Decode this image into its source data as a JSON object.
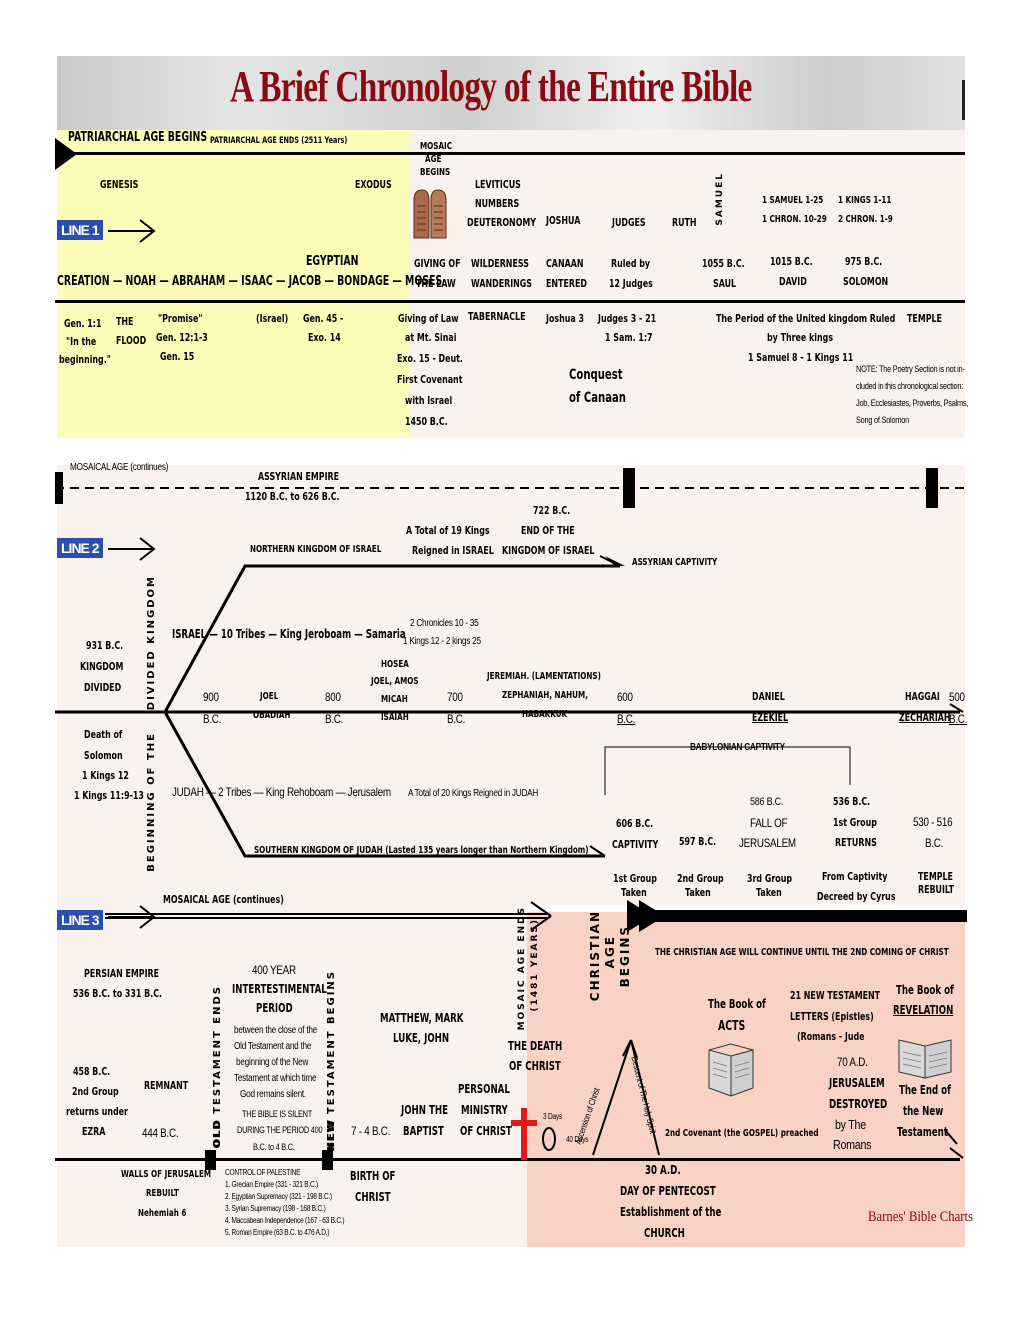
{
  "title": "A Brief Chronology of the Entire Bible",
  "colors": {
    "title": "#8b0a12",
    "line_badge": "#2a4fb0",
    "patriarchal_bg": "#fdfcb8",
    "christian_bg": "#f9d2c6",
    "mosaic_bg": "#faf2ee",
    "cross": "#e01a1a"
  },
  "line1": {
    "badge": "LINE 1",
    "patriarchal_begins": "PATRIARCHAL AGE BEGINS",
    "patriarchal_ends": "PATRIARCHAL AGE ENDS (2511 Years)",
    "mosaic_age_begins": [
      "MOSAIC",
      "AGE",
      "BEGINS"
    ],
    "books": {
      "genesis": "GENESIS",
      "exodus": "EXODUS",
      "leviticus": "LEVITICUS",
      "numbers": "NUMBERS",
      "deuteronomy": "DEUTERONOMY",
      "joshua": "JOSHUA",
      "judges": "JUDGES",
      "ruth": "RUTH",
      "samuel": "SAMUEL",
      "samuel_1": "1 SAMUEL 1-25",
      "chron_1": "1 CHRON. 10-29",
      "kings_1": "1 KINGS 1-11",
      "chron_2": "2 CHRON. 1-9"
    },
    "egyptian": "EGYPTIAN",
    "sequence": "CREATION — NOAH — ABRAHAM — ISAAC — JACOB — BONDAGE — MOSES",
    "giving_of": "GIVING OF",
    "the_law": "THE LAW",
    "wilderness": "WILDERNESS",
    "wanderings": "WANDERINGS",
    "canaan": "CANAAN",
    "entered": "ENTERED",
    "ruled_by": "Ruled by",
    "twelve_judges": "12 Judges",
    "d1055": "1055 B.C.",
    "saul": "SAUL",
    "d1015": "1015 B.C.",
    "david": "DAVID",
    "d975": "975 B.C.",
    "solomon": "SOLOMON",
    "refs": {
      "gen11": "Gen. 1:1",
      "in_the": "\"In the",
      "beginning": "beginning.\"",
      "the_flood": "THE\nFLOOD",
      "promise": "\"Promise\"",
      "gen12": "Gen. 12:1-3",
      "gen15": "Gen. 15",
      "israel": "(Israel)",
      "gen45": "Gen. 45 -",
      "exo14": "Exo. 14",
      "giving_law": "Giving of Law",
      "sinai": "at Mt. Sinai",
      "exo15": "Exo. 15 - Deut.",
      "first_covenant": "First Covenant",
      "with_israel": "with Israel",
      "d1450": "1450 B.C.",
      "tabernacle": "TABERNACLE",
      "joshua3": "Joshua 3",
      "judges3": "Judges 3 - 21",
      "sam17": "1 Sam. 1:7",
      "conquest": "Conquest",
      "of_canaan": "of Canaan",
      "united": "The Period of the United kingdom Ruled",
      "by_three": "by Three kings",
      "sam8": "1 Samuel 8 - 1 Kings 11",
      "temple": "TEMPLE"
    },
    "note": [
      "NOTE: The Poetry Section is not in-",
      "cluded in this chronological section:",
      "Job, Ecclesiastes, Proverbs, Psalms,",
      "Song of Solomon"
    ]
  },
  "line2": {
    "badge": "LINE 2",
    "mosaic_continues": "MOSAICAL AGE (continues)",
    "assyrian_empire": "ASSYRIAN EMPIRE",
    "assyrian_dates": "1120 B.C. to 626 B.C.",
    "d722": "722 B.C.",
    "end_of_the": "END OF THE",
    "end_kingdom": "KINGDOM OF ISRAEL",
    "total19a": "A Total of 19 Kings",
    "total19b": "Reigned in ISRAEL",
    "northern": "NORTHERN KINGDOM OF ISRAEL",
    "assyrian_captivity": "ASSYRIAN CAPTIVITY",
    "divided_kingdom": "DIVIDED KINGDOM",
    "beginning_of_the": "BEGINNING OF THE",
    "d931": "931 B.C.",
    "kingdom": "KINGDOM",
    "divided": "DIVIDED",
    "israel_line": "ISRAEL — 10 Tribes — King Jeroboam — Samaria",
    "chron": "2 Chronicles 10 - 35",
    "kings": "1 Kings 12 - 2 kings 25",
    "hosea": "HOSEA",
    "joel_amos": "JOEL, AMOS",
    "micah": "MICAH",
    "isaiah": "ISAIAH",
    "joel": "JOEL",
    "obadiah": "OBADIAH",
    "jeremiah": "JEREMIAH. (LAMENTATIONS)",
    "zephaniah": "ZEPHANIAH, NAHUM,",
    "habakkuk": "HABAKKUK",
    "n900": "900",
    "n800": "800",
    "n700": "700",
    "n600": "600",
    "n500": "500",
    "bc": "B.C.",
    "daniel": "DANIEL",
    "ezekiel": "EZEKIEL",
    "haggai": "HAGGAI",
    "zechariah": "ZECHARIAH",
    "babylonian": "BABYLONIAN CAPTIVITY",
    "death_of": "Death of",
    "solomon": "Solomon",
    "kings12": "1 Kings 12",
    "kings119": "1 Kings 11:9-13",
    "judah_line": "JUDAH — 2 Tribes — King Rehoboam — Jerusalem",
    "total20": "A Total of 20 Kings Reigned in JUDAH",
    "d586": "586 B.C.",
    "fall_of": "FALL OF",
    "jerusalem": "JERUSALEM",
    "d536": "536 B.C.",
    "first_group": "1st Group",
    "returns": "RETURNS",
    "d530": "530 - 516",
    "d606": "606 B.C.",
    "captivity": "CAPTIVITY",
    "d597": "597 B.C.",
    "southern": "SOUTHERN KINGDOM OF JUDAH (Lasted 135 years longer than Northern Kingdom)",
    "g1": "1st Group",
    "g2": "2nd Group",
    "g3": "3rd Group",
    "taken": "Taken",
    "from_captivity": "From Captivity",
    "decreed": "Decreed by Cyrus",
    "temple_rebuilt": "TEMPLE\nREBUILT"
  },
  "line3": {
    "badge": "LINE 3",
    "mosaic_continues": "MOSAICAL AGE (continues)",
    "mosaic_ends": "MOSAIC AGE ENDS",
    "years1481": "(1481 YEARS)",
    "christian_begins": [
      "CHRISTIAN",
      "AGE",
      "BEGINS"
    ],
    "christian_continue": "THE CHRISTIAN AGE WILL CONTINUE UNTIL THE 2ND COMING OF CHRIST",
    "persian_empire": "PERSIAN EMPIRE",
    "persian_dates": "536 B.C. to 331 B.C.",
    "ot_ends": "OLD TESTAMENT ENDS",
    "nt_begins": "NEW TESTAMENT BEGINS",
    "y400": "400 YEAR",
    "intertestimental": "INTERTESTIMENTAL",
    "period": "PERIOD",
    "between": [
      "between the close of the",
      "Old Testament and the",
      "beginning of the New",
      "Testament at which time",
      "God remains silent."
    ],
    "bible_silent": "THE BIBLE IS SILENT",
    "during": "DURING THE PERIOD 400",
    "bc4": "B.C. to 4 B.C.",
    "d458": "458 B.C.",
    "second_group": "2nd Group",
    "returns_under": "returns under",
    "ezra": "EZRA",
    "remnant": "REMNANT",
    "d444": "444 B.C.",
    "matthew": "MATTHEW, MARK",
    "luke": "LUKE, JOHN",
    "john_the": "JOHN THE",
    "baptist": "BAPTIST",
    "d74": "7 - 4 B.C.",
    "personal": "PERSONAL",
    "ministry": "MINISTRY",
    "of_christ": "OF CHRIST",
    "the_death": "THE DEATH",
    "of_christ2": "OF CHRIST",
    "three_days": "3 Days",
    "forty_days": "40 Days",
    "ascension": "Ascension of Christ",
    "descent": "Descent of The Holy Spirit",
    "book_of_acts": "The Book of",
    "acts": "ACTS",
    "nt21": "21 NEW TESTAMENT",
    "letters": "LETTERS (Epistles)",
    "romans_jude": "(Romans - Jude",
    "book_of_rev": "The Book of",
    "revelation": "REVELATION",
    "d70": "70 A.D.",
    "jerusalem": "JERUSALEM",
    "destroyed": "DESTROYED",
    "by_the": "by The",
    "romans": "Romans",
    "end_of": "The End of",
    "the_new": "the New",
    "testament": "Testament",
    "second_covenant": "2nd Covenant (the GOSPEL) preached",
    "walls": "WALLS OF JERUSALEM",
    "rebuilt": "REBUILT",
    "nehemiah": "Nehemiah 6",
    "control": "CONTROL OF PALESTINE",
    "empires": [
      "1. Grecian Empire (331 - 321 B.C.)",
      "2. Egyptian Supremacy (321 - 198 B.C.)",
      "3. Syrian Supremacy (198 - 168 B.C.)",
      "4. Maccabean Independence (167 - 63 B.C.)",
      "5. Roman Empire (63 B.C. to 476 A.D.)"
    ],
    "birth_of": "BIRTH OF",
    "christ": "CHRIST",
    "d30": "30 A.D.",
    "pentecost": "DAY OF PENTECOST",
    "establishment": "Establishment of the",
    "church": "CHURCH",
    "credit": "Barnes' Bible Charts"
  }
}
